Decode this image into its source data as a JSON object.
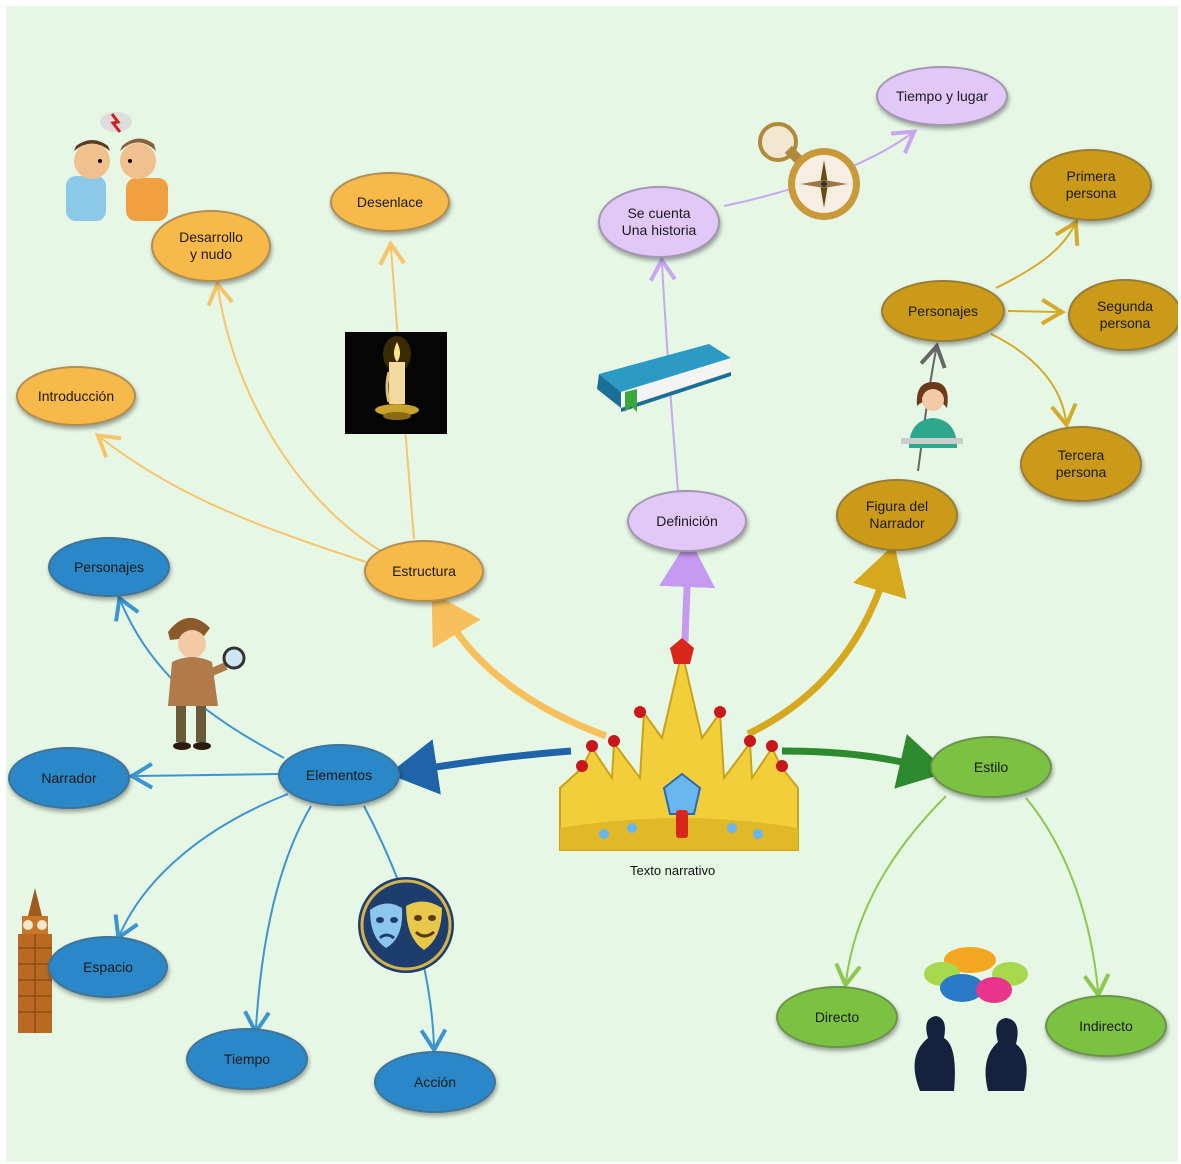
{
  "root": {
    "label": "Texto narrativo"
  },
  "branches": {
    "estructura": {
      "label": "Estructura",
      "color": "#f8b94b",
      "children": [
        "Introducción",
        "Desarrollo\ny nudo",
        "Desenlace"
      ]
    },
    "definicion": {
      "label": "Definición",
      "color": "#e2c8f7",
      "children": [
        "Se cuenta\nUna historia",
        "Tiempo y lugar"
      ]
    },
    "figura": {
      "label": "Figura del\nNarrador",
      "color": "#cb9a18",
      "children": [
        "Personajes",
        "Primera\npersona",
        "Segunda\npersona",
        "Tercera\npersona"
      ]
    },
    "elementos": {
      "label": "Elementos",
      "color": "#2b88c8",
      "children": [
        "Personajes",
        "Narrador",
        "Espacio",
        "Tiempo",
        "Acción"
      ]
    },
    "estilo": {
      "label": "Estilo",
      "color": "#7bc142",
      "children": [
        "Directo",
        "Indirecto"
      ]
    }
  },
  "icons": {
    "arguing": "arguing-people-icon",
    "candle": "candle-icon",
    "book": "book-icon",
    "compass": "compass-icon",
    "narrator": "woman-narrator-icon",
    "detective": "detective-icon",
    "masks": "theater-masks-icon",
    "tower": "clock-tower-icon",
    "talk": "conversation-icon",
    "crown": "crown-icon"
  }
}
